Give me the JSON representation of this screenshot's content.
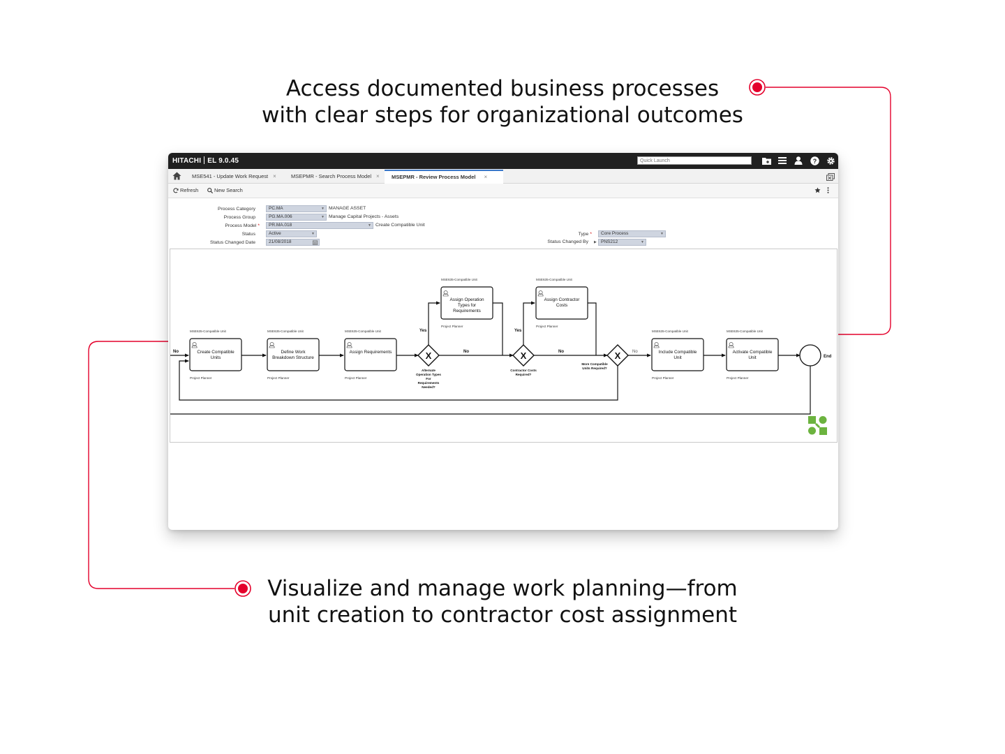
{
  "callouts": {
    "top_line1": "Access documented business processes",
    "top_line2": "with clear steps for organizational outcomes",
    "bottom_line1": "Visualize and manage work planning—from",
    "bottom_line2": "unit creation to contractor cost assignment"
  },
  "colors": {
    "accent": "#e4002b",
    "topbar": "#202020",
    "tab_active": "#3a78c9",
    "logo_green": "#6cb33f"
  },
  "app": {
    "brand": "HITACHI",
    "version": "EL 9.0.45",
    "quick_launch_placeholder": "Quick Launch",
    "icons": [
      "folder-icon",
      "menu-icon",
      "user-icon",
      "help-icon",
      "gear-icon"
    ]
  },
  "tabs": [
    {
      "label": "MSE541 - Update Work Request",
      "close": "×"
    },
    {
      "label": "MSEPMR - Search Process Model",
      "close": "×"
    },
    {
      "label": "MSEPMR - Review Process Model",
      "close": "×"
    }
  ],
  "toolbar": {
    "refresh": "Refresh",
    "new_search": "New Search"
  },
  "form": {
    "process_category": {
      "label": "Process Category",
      "value": "PC.MA",
      "description": "MANAGE ASSET"
    },
    "process_group": {
      "label": "Process Group",
      "value": "PG.MA.006",
      "description": "Manage Capital Projects - Assets"
    },
    "process_model": {
      "label": "Process Model",
      "required": "*",
      "value": "PR.MA.018",
      "description": "Create Compatible Unit"
    },
    "status": {
      "label": "Status",
      "value": "Active"
    },
    "status_changed_date": {
      "label": "Status Changed Date",
      "value": "21/08/2018"
    },
    "type": {
      "label": "Type",
      "required": "*",
      "value": "Core Process"
    },
    "status_changed_by": {
      "label": "Status Changed By",
      "value": "PNS212"
    }
  },
  "diagram": {
    "start_label": "No",
    "end_label": "End",
    "tasks": [
      {
        "screen": "MSE635-Compatible Unit",
        "line1": "Create Compatible",
        "line2": "Units",
        "line3": "",
        "role": "Project Planner"
      },
      {
        "screen": "MSE635-Compatible Unit",
        "line1": "Define Work",
        "line2": "Breakdown Structure",
        "line3": "",
        "role": "Project Planner"
      },
      {
        "screen": "MSE635-Compatible Unit",
        "line1": "Assign Requirements",
        "line2": "",
        "line3": "",
        "role": "Project Planner"
      },
      {
        "screen": "MSE635-Compatible Unit",
        "line1": "Assign Operation",
        "line2": "Types for",
        "line3": "Requirements",
        "role": "Project Planner"
      },
      {
        "screen": "MSE635-Compatible Unit",
        "line1": "Assign Contractor",
        "line2": "Costs",
        "line3": "",
        "role": "Project Planner"
      },
      {
        "screen": "MSE635-Compatible Unit",
        "line1": "Include Compatible",
        "line2": "Unit",
        "line3": "",
        "role": "Project Planner"
      },
      {
        "screen": "MSE635-Compatible Unit",
        "line1": "Activate Compatible",
        "line2": "Unit",
        "line3": "",
        "role": "Project Planner"
      }
    ],
    "gateways": [
      {
        "symbol": "X",
        "q1": "Alternate",
        "q2": "Operation Types",
        "q3": "For",
        "q4": "Requirements",
        "q5": "Needed?",
        "yes": "Yes",
        "no": "No"
      },
      {
        "symbol": "X",
        "q1": "Contractor Costs",
        "q2": "Required?",
        "yes": "Yes",
        "no": "No"
      },
      {
        "symbol": "X",
        "q1": "More Compatible",
        "q2": "Units Required?",
        "no": "No"
      }
    ]
  }
}
